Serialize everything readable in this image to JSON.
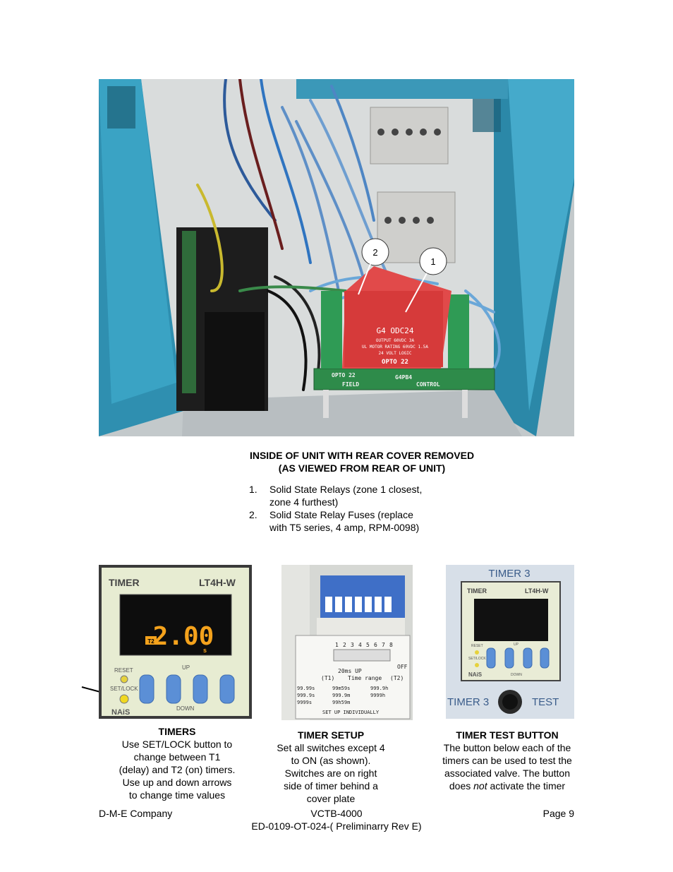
{
  "photo_main": {
    "callouts": [
      "1",
      "2"
    ],
    "relay_labels": [
      "G4 ODC24",
      "OUTPUT 60VDC 3A",
      "UL MOTOR RATING 60VDC 1.5A",
      "24 VOLT LOGIC",
      "OPTO 22"
    ],
    "board_labels": [
      "OPTO 22",
      "FIELD",
      "G4PB4",
      "CONTROL"
    ]
  },
  "caption": {
    "line1": "INSIDE OF UNIT WITH REAR COVER REMOVED",
    "line2": "(AS VIEWED FROM REAR OF UNIT)"
  },
  "list": [
    {
      "num": "1.",
      "line1": "Solid State Relays (zone 1 closest,",
      "line2": "zone 4 furthest)"
    },
    {
      "num": "2.",
      "line1": "Solid State Relay Fuses (replace",
      "line2": "with T5 series, 4 amp, RPM-0098)"
    }
  ],
  "photo_timers": {
    "brand": "TIMER",
    "model": "LT4H-W",
    "display": "2.00",
    "badge": "T2",
    "unit": "s",
    "reset": "RESET",
    "setlock": "SET/LOCK",
    "up": "UP",
    "down": "DOWN",
    "maker": "NAiS"
  },
  "photo_setup": {
    "switch_numbers": [
      "1",
      "2",
      "3",
      "4",
      "5",
      "6",
      "7",
      "8"
    ],
    "row1": "20ms  UP",
    "off": "OFF",
    "t1": "(T1)",
    "t2": "(T2)",
    "time_range": "Time range",
    "ranges": [
      "99.99s",
      "999.9s",
      "9999s",
      "99m59s",
      "999.9m",
      "99h59m",
      "999.9h",
      "9999h"
    ],
    "footer": "SET UP INDIVIDUALLY"
  },
  "photo_test": {
    "header": "TIMER 3",
    "brand": "TIMER",
    "model": "LT4H-W",
    "reset": "RESET",
    "setlock": "SET/LOCK",
    "up": "UP",
    "down": "DOWN",
    "maker": "NAiS",
    "bottom_left": "TIMER 3",
    "bottom_right": "TEST"
  },
  "timers": {
    "title": "TIMERS",
    "lines": [
      "Use SET/LOCK button to",
      "change between T1",
      "(delay) and T2 (on) timers.",
      "Use up and down arrows",
      "to change time values"
    ]
  },
  "setup": {
    "title": "TIMER SETUP",
    "lines": [
      "Set all switches except 4",
      "to ON (as shown).",
      "Switches are on right",
      "side of timer behind a",
      "cover plate"
    ]
  },
  "test": {
    "title": "TIMER TEST BUTTON",
    "lines": [
      "The button below each of the",
      "timers can be used to test the",
      "associated valve. The button"
    ],
    "last_prefix": "does ",
    "last_emph": "not",
    "last_suffix": " activate the timer"
  },
  "footer": {
    "left": "D-M-E Company",
    "center": "VCTB-4000",
    "right": "Page 9",
    "bottom": "ED-0109-OT-024-( Preliminarry Rev E)"
  }
}
